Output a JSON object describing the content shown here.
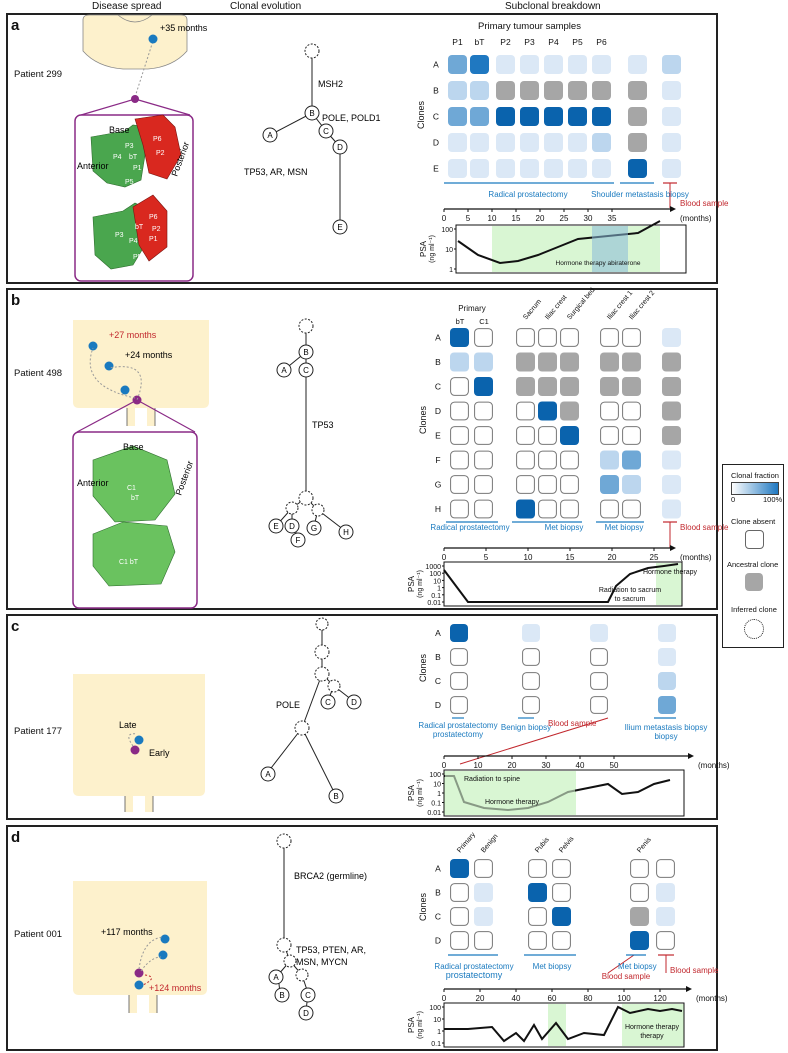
{
  "headers": {
    "disease_spread": "Disease spread",
    "clonal_evolution": "Clonal evolution",
    "subclonal_breakdown": "Subclonal breakdown"
  },
  "legend": {
    "title": "Clonal fraction",
    "min": "0",
    "max": "100%",
    "absent": "Clone absent",
    "ancestral": "Ancestral clone",
    "inferred": "Inferred clone"
  },
  "colors": {
    "c0": "#ffffff",
    "c1": "#dbe8f6",
    "c2": "#bcd6ee",
    "c3": "#6fa8d6",
    "c4": "#1f78c1",
    "c5": "#0a63ad",
    "grey": "#a6a6a6",
    "blue_text": "#1a7abf",
    "red": "#c1272d",
    "green_fill": "#d9f6d3",
    "skin": "#fdf1cc",
    "purple": "#8a2a86"
  },
  "panels": [
    {
      "letter": "a",
      "patient": "Patient 299",
      "spread_labels": [
        "+35 months",
        "Base",
        "Posterior",
        "Anterior",
        "P6",
        "P2",
        "P3",
        "P4",
        "bT",
        "P1",
        "P5",
        "P6",
        "P2",
        "bT",
        "P1",
        "P3",
        "P4",
        "P5"
      ],
      "tree_labels": [
        "MSH2",
        "POLE, POLD1",
        "TP53, AR, MSN"
      ],
      "tree_nodes": [
        "A",
        "B",
        "C",
        "D",
        "E"
      ],
      "samples_title": "Primary tumour samples",
      "columns": [
        "P1",
        "bT",
        "P2",
        "P3",
        "P4",
        "P5",
        "P6"
      ],
      "clones": [
        "A",
        "B",
        "C",
        "D",
        "E"
      ],
      "clones_label": "Clones",
      "annotations": [
        "Radical prostatectomy",
        "Shoulder metastasis biopsy",
        "Blood sample"
      ],
      "axis_ticks": [
        "0",
        "5",
        "10",
        "15",
        "20",
        "25",
        "30",
        "35"
      ],
      "axis_unit": "(months)",
      "psa_label": "PSA (ng ml⁻¹)",
      "psa_ticks": [
        "100",
        "10",
        "1"
      ],
      "therapy": [
        "Hormone therapy abiraterone"
      ]
    },
    {
      "letter": "b",
      "patient": "Patient 498",
      "spread_labels": [
        "+27 months",
        "+24 months",
        "Base",
        "Posterior",
        "Anterior",
        "C1",
        "bT",
        "C1 bT"
      ],
      "tree_labels": [
        "TP53"
      ],
      "tree_nodes": [
        "A",
        "B",
        "C",
        "D",
        "E",
        "F",
        "G",
        "H"
      ],
      "group_titles": [
        "Primary",
        "bT",
        "C1",
        "Sacrum",
        "Iliac crest",
        "Surgical bed",
        "Iliac crest 1",
        "Iliac crest 2"
      ],
      "clones": [
        "A",
        "B",
        "C",
        "D",
        "E",
        "F",
        "G",
        "H"
      ],
      "clones_label": "Clones",
      "annotations": [
        "Radical prostatectomy",
        "Met biopsy",
        "Met biopsy",
        "Blood sample"
      ],
      "axis_ticks": [
        "0",
        "5",
        "10",
        "15",
        "20",
        "25"
      ],
      "axis_unit": "(months)",
      "psa_label": "PSA (ng ml⁻¹)",
      "psa_ticks": [
        "1000",
        "100",
        "10",
        "1",
        "0.1",
        "0.01"
      ],
      "therapy": [
        "Radiation to sacrum",
        "Hormone therapy"
      ]
    },
    {
      "letter": "c",
      "patient": "Patient 177",
      "spread_labels": [
        "Late",
        "Early"
      ],
      "tree_labels": [
        "POLE"
      ],
      "tree_nodes": [
        "A",
        "B",
        "C",
        "D"
      ],
      "clones": [
        "A",
        "B",
        "C",
        "D"
      ],
      "clones_label": "Clones",
      "annotations": [
        "Radical prostatectomy",
        "Benign biopsy",
        "Blood sample",
        "Ilium metastasis biopsy"
      ],
      "axis_ticks": [
        "0",
        "10",
        "20",
        "30",
        "40",
        "50"
      ],
      "axis_unit": "(months)",
      "psa_label": "PSA (ng ml⁻¹)",
      "psa_ticks": [
        "100",
        "10",
        "1",
        "0.1",
        "0.01"
      ],
      "therapy": [
        "Radiation to spine",
        "Hormone therapy"
      ]
    },
    {
      "letter": "d",
      "patient": "Patient 001",
      "spread_labels": [
        "+117 months",
        "+124 months"
      ],
      "tree_labels": [
        "BRCA2 (germline)",
        "TP53, PTEN, AR,",
        "MSN, MYCN"
      ],
      "tree_nodes": [
        "A",
        "B",
        "C",
        "D"
      ],
      "group_titles": [
        "Primary",
        "Benign",
        "Pubis",
        "Pelvis",
        "Penis"
      ],
      "clones": [
        "A",
        "B",
        "C",
        "D"
      ],
      "clones_label": "Clones",
      "annotations": [
        "Radical prostatectomy",
        "Met biopsy",
        "Blood sample",
        "Met biopsy",
        "Blood sample"
      ],
      "axis_ticks": [
        "0",
        "20",
        "40",
        "60",
        "80",
        "100",
        "120"
      ],
      "axis_unit": "(months)",
      "psa_label": "PSA (ng ml⁻¹)",
      "psa_ticks": [
        "100",
        "10",
        "1",
        "0.1"
      ],
      "therapy": [
        "Hormone therapy"
      ]
    }
  ],
  "grids": {
    "a": [
      [
        3,
        4,
        1,
        1,
        1,
        1,
        1,
        1,
        2
      ],
      [
        2,
        2,
        9,
        9,
        9,
        9,
        9,
        9,
        1
      ],
      [
        3,
        3,
        5,
        5,
        5,
        5,
        5,
        9,
        1
      ],
      [
        1,
        1,
        1,
        1,
        1,
        1,
        2,
        9,
        1
      ],
      [
        1,
        1,
        1,
        1,
        1,
        1,
        1,
        5,
        1
      ]
    ],
    "b": [
      [
        5,
        0,
        0,
        0,
        0,
        0,
        0,
        1
      ],
      [
        2,
        2,
        9,
        9,
        9,
        9,
        9,
        9
      ],
      [
        0,
        5,
        9,
        9,
        9,
        9,
        9,
        9
      ],
      [
        0,
        0,
        0,
        5,
        9,
        0,
        0,
        9
      ],
      [
        0,
        0,
        0,
        0,
        5,
        0,
        0,
        9
      ],
      [
        0,
        0,
        0,
        0,
        0,
        2,
        3,
        1
      ],
      [
        0,
        0,
        0,
        0,
        0,
        3,
        2,
        1
      ],
      [
        0,
        0,
        5,
        0,
        0,
        0,
        0,
        1
      ]
    ],
    "c": [
      [
        5,
        1,
        1,
        1
      ],
      [
        0,
        0,
        0,
        1
      ],
      [
        0,
        0,
        0,
        2
      ],
      [
        0,
        0,
        0,
        3
      ]
    ],
    "d": [
      [
        5,
        0,
        0,
        0,
        0,
        0
      ],
      [
        0,
        1,
        5,
        0,
        0,
        1
      ],
      [
        0,
        1,
        0,
        5,
        9,
        1
      ],
      [
        0,
        0,
        0,
        0,
        5,
        0
      ]
    ]
  }
}
